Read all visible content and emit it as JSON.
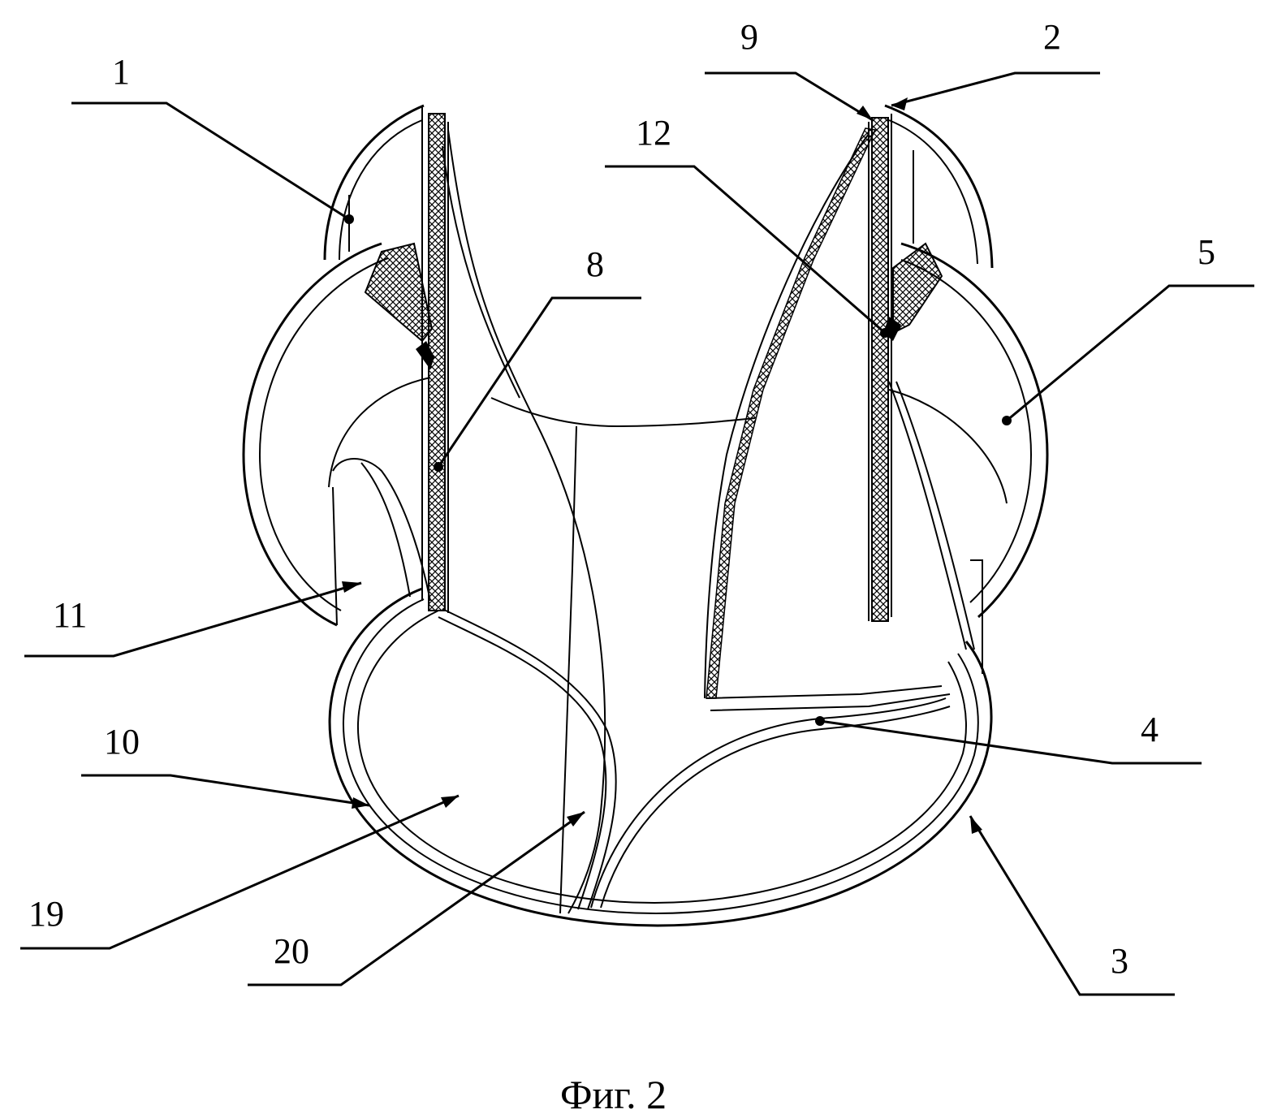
{
  "figure": {
    "caption": "Фиг. 2",
    "labels": {
      "l1": "1",
      "l2": "2",
      "l3": "3",
      "l4": "4",
      "l5": "5",
      "l8": "8",
      "l9": "9",
      "l10": "10",
      "l11": "11",
      "l12": "12",
      "l19": "19",
      "l20": "20"
    }
  }
}
